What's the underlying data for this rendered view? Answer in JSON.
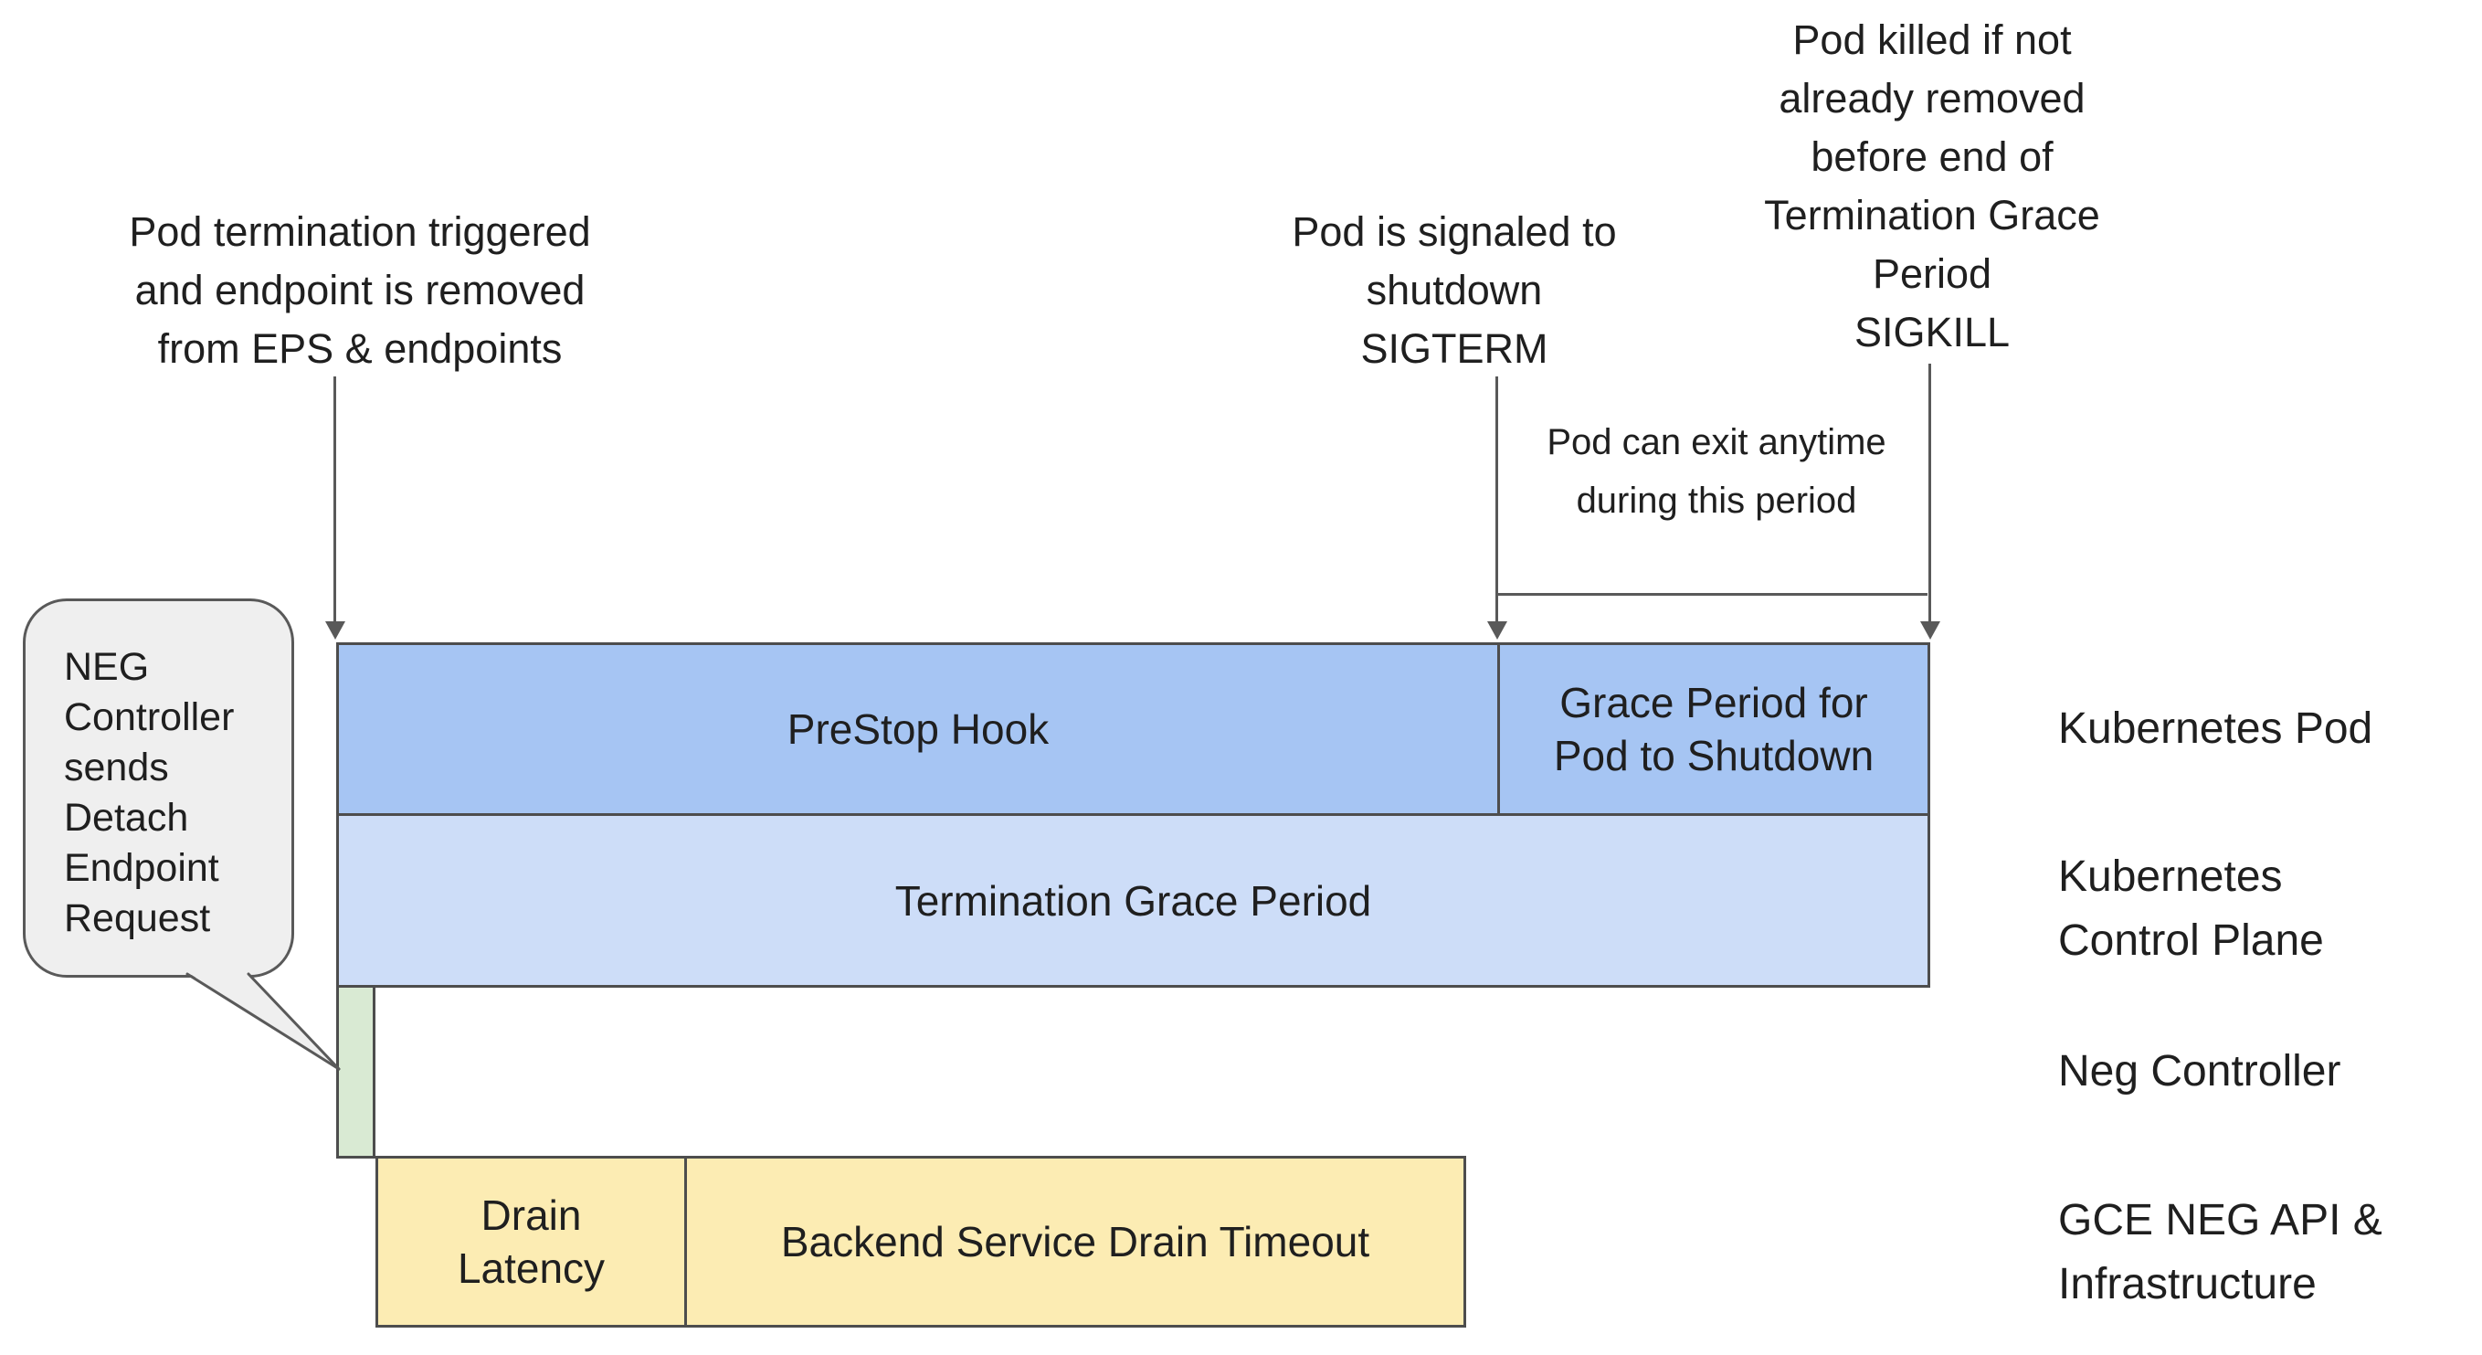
{
  "title": "Kubernetes pod termination and NEG endpoint drain timeline",
  "colors": {
    "text": "#1f1f1f",
    "line": "#595959",
    "border": "#4d4d4d",
    "bar_blue": "#a6c5f3",
    "bar_lightblue": "#cdddf8",
    "bar_green": "#d9ead3",
    "bar_yellow": "#fcecb3",
    "bubble_fill": "#efefef",
    "bubble_border": "#595959"
  },
  "annotations": {
    "termination_triggered": "Pod termination triggered\nand endpoint is removed\nfrom EPS & endpoints",
    "sigterm": "Pod is signaled to\nshutdown\nSIGTERM",
    "sigkill": "Pod killed if not\nalready removed\nbefore end of\nTermination Grace\nPeriod\nSIGKILL",
    "exit_note": "Pod can exit anytime\nduring this period"
  },
  "bubble": {
    "text": "NEG\nController\nsends\nDetach\nEndpoint\nRequest"
  },
  "bars": {
    "prestop": "PreStop Hook",
    "grace_period": "Grace Period for\nPod to Shutdown",
    "termination_grace_period": "Termination Grace Period",
    "neg_detach": "",
    "drain_latency": "Drain\nLatency",
    "backend_drain_timeout": "Backend Service Drain Timeout"
  },
  "lanes": {
    "kubernetes_pod": "Kubernetes Pod",
    "kubernetes_control_plane": "Kubernetes\nControl Plane",
    "neg_controller": "Neg Controller",
    "gce_neg_api": "GCE NEG API &\nInfrastructure"
  }
}
